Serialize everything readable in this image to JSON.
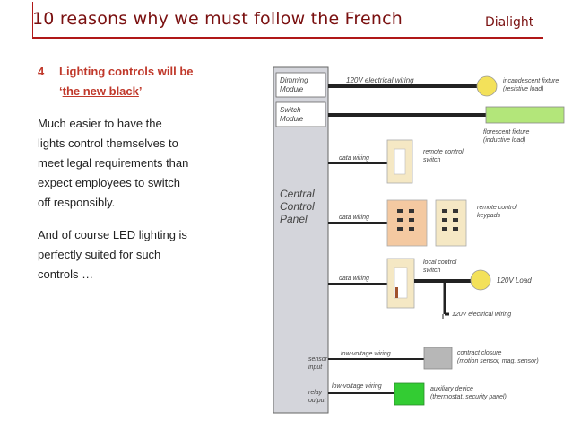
{
  "header": {
    "title": "10 reasons why we must follow the French",
    "brand": "Dialight"
  },
  "content": {
    "number": "4",
    "heading_line1": "Lighting controls will be",
    "heading_quote_open": "‘",
    "heading_emph": "the new black",
    "heading_quote_close": "’",
    "para1_lines": [
      "Much easier to have the",
      "lights control themselves to",
      "meet legal requirements than",
      "expect employees to switch",
      "off responsibly."
    ],
    "para2_lines": [
      "And of course LED lighting is",
      "perfectly suited for such",
      "controls …"
    ]
  },
  "diagram": {
    "panel_label": [
      "Central",
      "Control",
      "Panel"
    ],
    "dimming_module": [
      "Dimming",
      "Module"
    ],
    "switch_module": [
      "Switch",
      "Module"
    ],
    "wire_120v_1": "120V electrical wiring",
    "incandescent": [
      "incandescent fixture",
      "(resistive load)"
    ],
    "fluorescent": [
      "florescent fixture",
      "(inductive load)"
    ],
    "data_wiring_1": "data wiring",
    "remote_switch": [
      "remote control",
      "switch"
    ],
    "data_wiring_2": "data wiring",
    "remote_keypads": [
      "remote control",
      "keypads"
    ],
    "data_wiring_3": "data wiring",
    "local_switch": [
      "local control",
      "switch"
    ],
    "load_120v": "120V Load",
    "wire_120v_2": "120V electrical wiring",
    "sensor_input": [
      "sensor",
      "input"
    ],
    "lv_wiring_1": "low-voltage wiring",
    "contact_closure": [
      "contract closure",
      "(motion sensor, mag. sensor)"
    ],
    "relay_output": [
      "relay",
      "output"
    ],
    "lv_wiring_2": "low-voltage wiring",
    "auxiliary": [
      "auxiliary device",
      "(thermostat, security panel)"
    ],
    "colors": {
      "panel": "#d4d5db",
      "bulb": "#f3e15a",
      "fluorescent": "#b3e67a",
      "switch_plate": "#f5e8c4",
      "keypad_peach": "#f4c9a1",
      "contact_gray": "#b7b7b7",
      "aux_green": "#33cc33"
    }
  }
}
